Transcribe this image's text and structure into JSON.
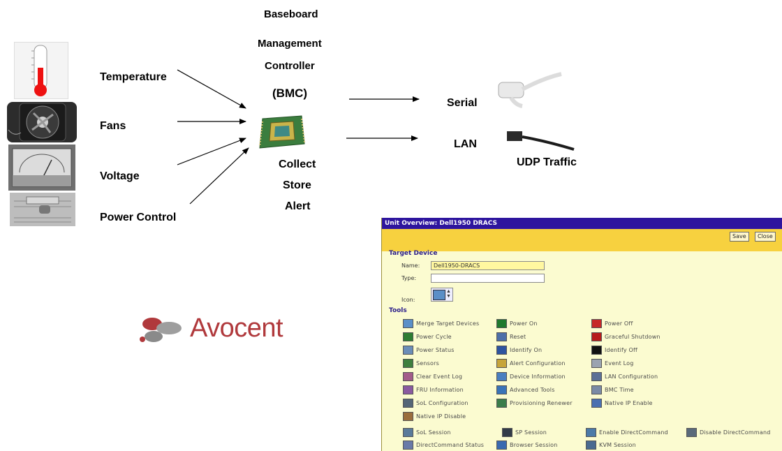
{
  "diagram": {
    "bmc_title": [
      "Baseboard",
      "Management",
      "Controller",
      "(BMC)"
    ],
    "inputs": [
      "Temperature",
      "Fans",
      "Voltage",
      "Power Control"
    ],
    "functions": [
      "Collect",
      "Store",
      "Alert"
    ],
    "outputs": {
      "serial": "Serial",
      "lan": "LAN",
      "udp": "UDP Traffic"
    },
    "logo": "Avocent",
    "logo_color": "#b0393c"
  },
  "window": {
    "title": "Unit Overview:  Dell1950 DRACS",
    "save": "Save",
    "close": "Close",
    "target_device_heading": "Target Device",
    "name_label": "Name:",
    "name_value": "Dell1950-DRACS",
    "type_label": "Type:",
    "type_value": "",
    "icon_label": "Icon:",
    "tools_heading": "Tools",
    "titlebar_color": "#2e159e",
    "toolbar_color": "#f7d13f",
    "body_color": "#fbfbd0",
    "tools": [
      {
        "label": "Merge Target Devices",
        "icon": "merge-icon",
        "color": "#5a8fc8"
      },
      {
        "label": "Power On",
        "icon": "power-on-icon",
        "color": "#1f7a2e"
      },
      {
        "label": "Power Off",
        "icon": "power-off-icon",
        "color": "#c62828"
      },
      {
        "label": "Power Cycle",
        "icon": "power-cycle-icon",
        "color": "#2e7d32"
      },
      {
        "label": "Reset",
        "icon": "reset-icon",
        "color": "#4d6fa8"
      },
      {
        "label": "Graceful Shutdown",
        "icon": "shutdown-icon",
        "color": "#b71c1c"
      },
      {
        "label": "Power Status",
        "icon": "power-status-icon",
        "color": "#6b8db8"
      },
      {
        "label": "Identify On",
        "icon": "identify-on-icon",
        "color": "#2d54a0"
      },
      {
        "label": "Identify Off",
        "icon": "identify-off-icon",
        "color": "#111111"
      },
      {
        "label": "Sensors",
        "icon": "sensors-icon",
        "color": "#3f7f3f"
      },
      {
        "label": "Alert Configuration",
        "icon": "alert-config-icon",
        "color": "#c7a53a"
      },
      {
        "label": "Event Log",
        "icon": "event-log-icon",
        "color": "#9aa3b0"
      },
      {
        "label": "Clear Event Log",
        "icon": "clear-log-icon",
        "color": "#a35b8a"
      },
      {
        "label": "Device Information",
        "icon": "device-info-icon",
        "color": "#4a7fc0"
      },
      {
        "label": "LAN Configuration",
        "icon": "lan-config-icon",
        "color": "#5b6f95"
      },
      {
        "label": "FRU Information",
        "icon": "fru-info-icon",
        "color": "#8a5aa0"
      },
      {
        "label": "Advanced Tools",
        "icon": "advanced-tools-icon",
        "color": "#3a74b8"
      },
      {
        "label": "BMC Time",
        "icon": "bmc-time-icon",
        "color": "#7a8aa5"
      },
      {
        "label": "SoL Configuration",
        "icon": "sol-config-icon",
        "color": "#556677"
      },
      {
        "label": "Provisioning Renewer",
        "icon": "provisioning-icon",
        "color": "#3b7d4a"
      },
      {
        "label": "Native IP Enable",
        "icon": "native-ip-enable-icon",
        "color": "#4a6fb0"
      },
      {
        "label": "Native IP Disable",
        "icon": "native-ip-disable-icon",
        "color": "#9b6e3d"
      },
      {
        "label": "SoL Session",
        "icon": "sol-session-icon",
        "color": "#5a7a9a"
      },
      {
        "label": "SP Session",
        "icon": "sp-session-icon",
        "color": "#333b48"
      },
      {
        "label": "Enable DirectCommand",
        "icon": "enable-dc-icon",
        "color": "#4b7aa8"
      },
      {
        "label": "Disable DirectCommand",
        "icon": "disable-dc-icon",
        "color": "#5a6a7a"
      },
      {
        "label": "DirectCommand Status",
        "icon": "dc-status-icon",
        "color": "#6a7aa8"
      },
      {
        "label": "Browser Session",
        "icon": "browser-session-icon",
        "color": "#3a6ab0"
      },
      {
        "label": "KVM Session",
        "icon": "kvm-session-icon",
        "color": "#4a6a90"
      }
    ]
  }
}
